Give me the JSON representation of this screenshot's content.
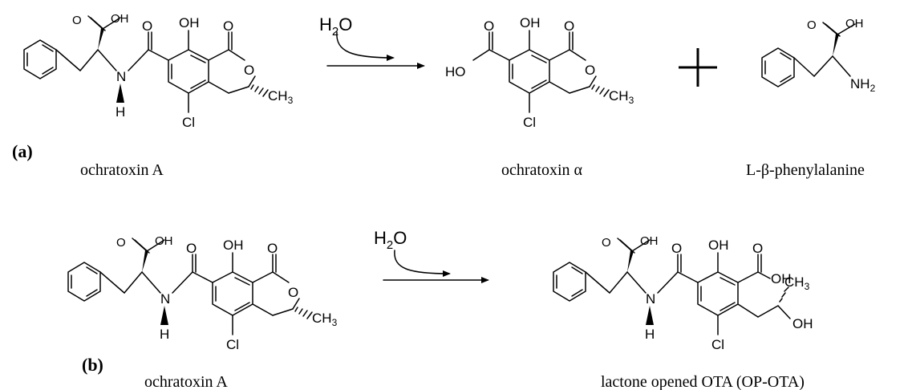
{
  "labels": {
    "OH": "OH",
    "O": "O",
    "N": "N",
    "H": "H",
    "Cl": "Cl",
    "HO": "HO",
    "CH3_main": "CH",
    "CH3_sub": "3",
    "NH2_main": "NH",
    "NH2_sub": "2",
    "H2O_H": "H",
    "H2O_sub": "2",
    "H2O_O": "O"
  },
  "panel_a": {
    "label": "(a)",
    "reactant_name": "ochratoxin A",
    "product1_name": "ochratoxin α",
    "product2_name": "L-β-phenylalanine",
    "plus": "+"
  },
  "panel_b": {
    "label": "(b)",
    "reactant_name": "ochratoxin A",
    "product_name": "lactone opened OTA (OP-OTA)"
  },
  "colors": {
    "ink": "#000000",
    "background": "#ffffff"
  }
}
